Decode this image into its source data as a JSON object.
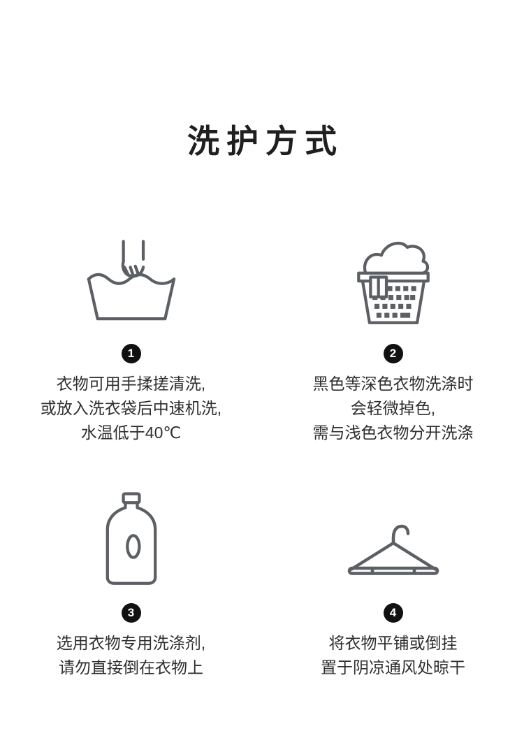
{
  "page": {
    "title": "洗护方式"
  },
  "steps": [
    {
      "number": "1",
      "icon": "hand-wash-icon",
      "lines": [
        "衣物可用手揉搓清洗,",
        "或放入洗衣袋后中速机洗,",
        "水温低于40℃"
      ]
    },
    {
      "number": "2",
      "icon": "laundry-basket-icon",
      "lines": [
        "黑色等深色衣物洗涤时",
        "会轻微掉色,",
        "需与浅色衣物分开洗涤"
      ]
    },
    {
      "number": "3",
      "icon": "detergent-bottle-icon",
      "lines": [
        "选用衣物专用洗涤剂,",
        "请勿直接倒在衣物上"
      ]
    },
    {
      "number": "4",
      "icon": "hanger-icon",
      "lines": [
        "将衣物平铺或倒挂",
        "置于阴凉通风处晾干"
      ]
    }
  ],
  "colors": {
    "icon_stroke": "#5c5f63",
    "text": "#2e2e2e",
    "badge_background": "#111111",
    "badge_text": "#ffffff",
    "background": "#ffffff"
  }
}
